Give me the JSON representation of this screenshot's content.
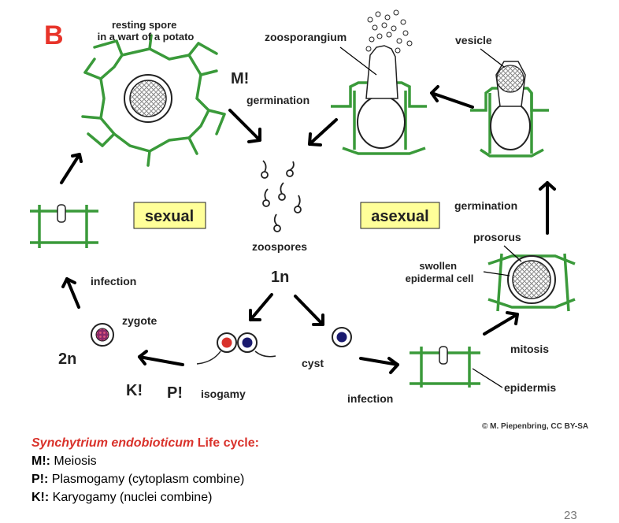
{
  "panel_letter": "B",
  "labels": {
    "resting_spore": [
      "resting spore",
      "in a wart of a potato"
    ],
    "meiosis_mark": "M!",
    "germination_top": "germination",
    "zoosporangium": "zoosporangium",
    "vesicle": "vesicle",
    "sexual": "sexual",
    "asexual": "asexual",
    "zoospores": "zoospores",
    "haploid": "1n",
    "germination_right": "germination",
    "prosorus": "prosorus",
    "swollen_cell": [
      "swollen",
      "epidermal cell"
    ],
    "infection_left": "infection",
    "zygote": "zygote",
    "diploid": "2n",
    "cyst": "cyst",
    "mitosis": "mitosis",
    "karyogamy_mark": "K!",
    "plasmogamy_mark": "P!",
    "isogamy": "isogamy",
    "infection_bottom": "infection",
    "epidermis": "epidermis"
  },
  "credit": "© M. Piepenbring, CC BY-SA",
  "caption": {
    "title_species": "Synchytrium endobioticum",
    "title_rest": " Life cycle:",
    "lines": [
      {
        "key": "M!:",
        "text": " Meiosis"
      },
      {
        "key": "P!:",
        "text": " Plasmogamy (cytoplasm combine)"
      },
      {
        "key": "K!:",
        "text": " Karyogamy (nuclei combine)"
      }
    ]
  },
  "page_number": "23",
  "colors": {
    "cell_wall": "#3a9a3a",
    "label_box": "#ffff99",
    "accent": "#e8342a",
    "nucleus_red": "#d9322b",
    "nucleus_blue": "#1a1a6e",
    "zygote": "#8a2a6a"
  }
}
